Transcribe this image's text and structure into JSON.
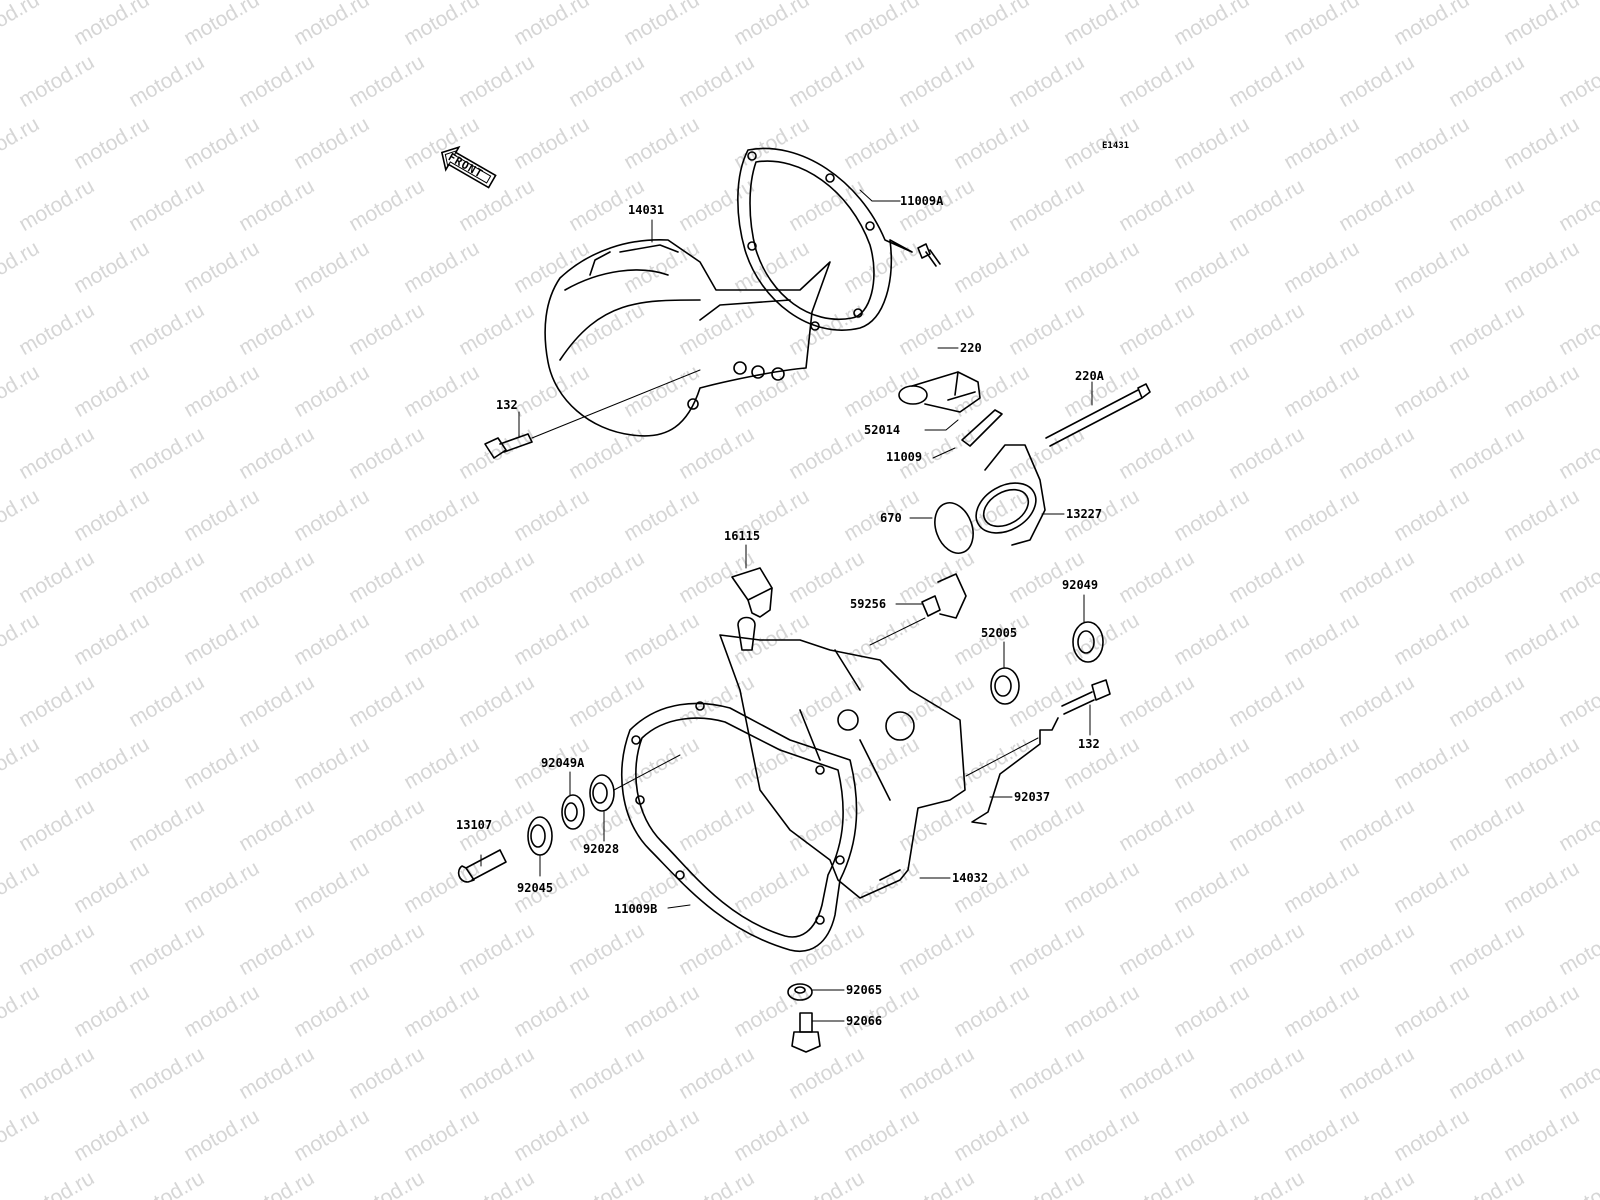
{
  "watermark": "motod.ru",
  "diagram_code": "E1431",
  "front_label": "FRONT",
  "parts": {
    "p14031": "14031",
    "p11009A": "11009A",
    "p220": "220",
    "p220A": "220A",
    "p132_top": "132",
    "p52014": "52014",
    "p11009": "11009",
    "p670": "670",
    "p13227": "13227",
    "p16115": "16115",
    "p59256": "59256",
    "p92049": "92049",
    "p52005": "52005",
    "p132_right": "132",
    "p92049A": "92049A",
    "p13107": "13107",
    "p92028": "92028",
    "p92037": "92037",
    "p92045": "92045",
    "p14032": "14032",
    "p11009B": "11009B",
    "p92065": "92065",
    "p92066": "92066"
  },
  "colors": {
    "line": "#000000",
    "watermark": "#d6d6d6",
    "background": "#ffffff"
  }
}
